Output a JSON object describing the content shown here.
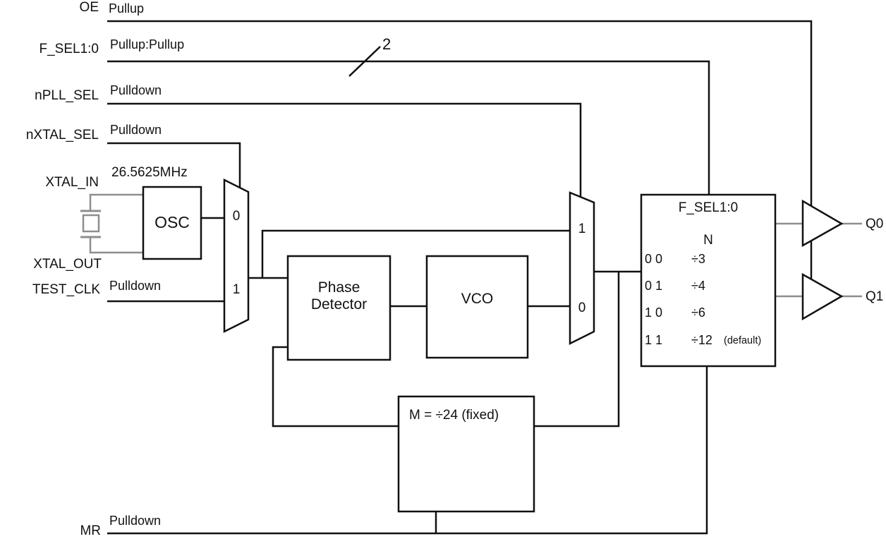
{
  "diagram": {
    "background": "#ffffff",
    "line_color": "#111111",
    "gray_color": "#8e8e8e",
    "inputs": {
      "oe": {
        "name": "OE",
        "pull": "Pullup"
      },
      "f_sel": {
        "name": "F_SEL1:0",
        "pull": "Pullup:Pullup",
        "bus_width": "2"
      },
      "npll_sel": {
        "name": "nPLL_SEL",
        "pull": "Pulldown"
      },
      "nxtal_sel": {
        "name": "nXTAL_SEL",
        "pull": "Pulldown"
      },
      "xtal_in": {
        "name": "XTAL_IN",
        "freq": "26.5625MHz"
      },
      "xtal_out": {
        "name": "XTAL_OUT"
      },
      "test_clk": {
        "name": "TEST_CLK",
        "pull": "Pulldown"
      },
      "mr": {
        "name": "MR",
        "pull": "Pulldown"
      }
    },
    "blocks": {
      "osc": {
        "label": "OSC"
      },
      "phase_detector": {
        "line1": "Phase",
        "line2": "Detector"
      },
      "vco": {
        "label": "VCO"
      },
      "m_divider": {
        "label": "M = ÷24 (fixed)"
      },
      "n_divider": {
        "header": "F_SEL1:0",
        "column_label": "N",
        "rows": [
          {
            "sel": "0 0",
            "div": "÷3",
            "note": ""
          },
          {
            "sel": "0 1",
            "div": "÷4",
            "note": ""
          },
          {
            "sel": "1 0",
            "div": "÷6",
            "note": ""
          },
          {
            "sel": "1 1",
            "div": "÷12",
            "note": "(default)"
          }
        ]
      }
    },
    "muxes": {
      "xtal_mux": {
        "in0": "0",
        "in1": "1"
      },
      "pll_mux": {
        "in0": "0",
        "in1": "1"
      }
    },
    "outputs": {
      "q0": "Q0",
      "q1": "Q1"
    }
  }
}
